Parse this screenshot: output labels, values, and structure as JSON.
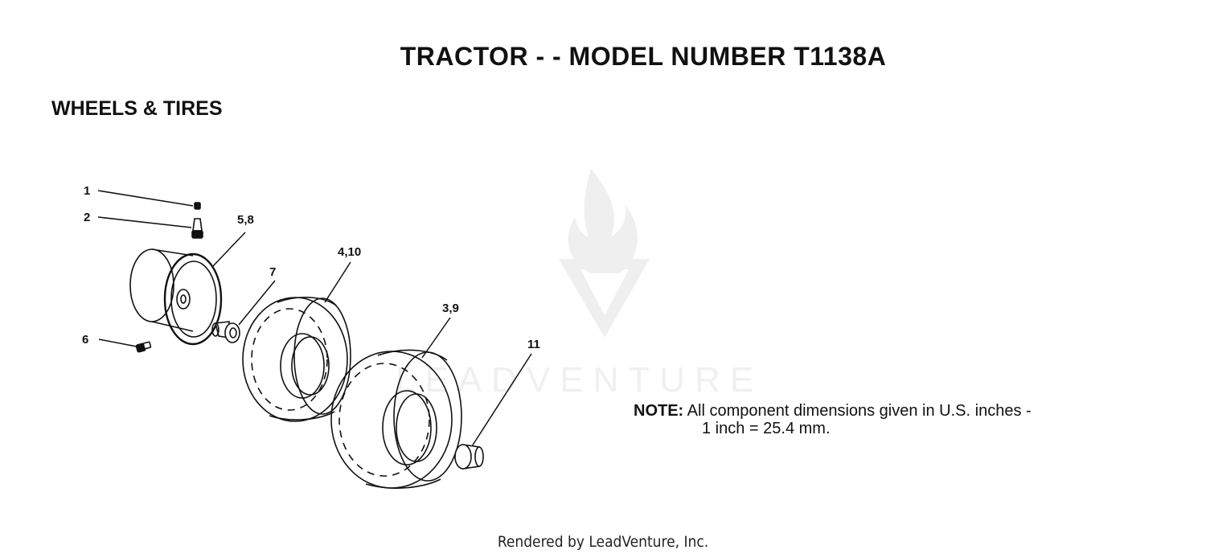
{
  "title": "TRACTOR - - MODEL NUMBER  T1138A",
  "section": "WHEELS & TIRES",
  "watermark": {
    "text": "LEADVENTURE"
  },
  "callouts": {
    "c1": "1",
    "c2": "2",
    "c58": "5,8",
    "c7": "7",
    "c410": "4,10",
    "c6": "6",
    "c39": "3,9",
    "c11": "11"
  },
  "note": {
    "label": "NOTE:",
    "line1": "All component dimensions given in U.S. inches -",
    "line2": "1 inch = 25.4 mm."
  },
  "footer": "Rendered by LeadVenture, Inc."
}
